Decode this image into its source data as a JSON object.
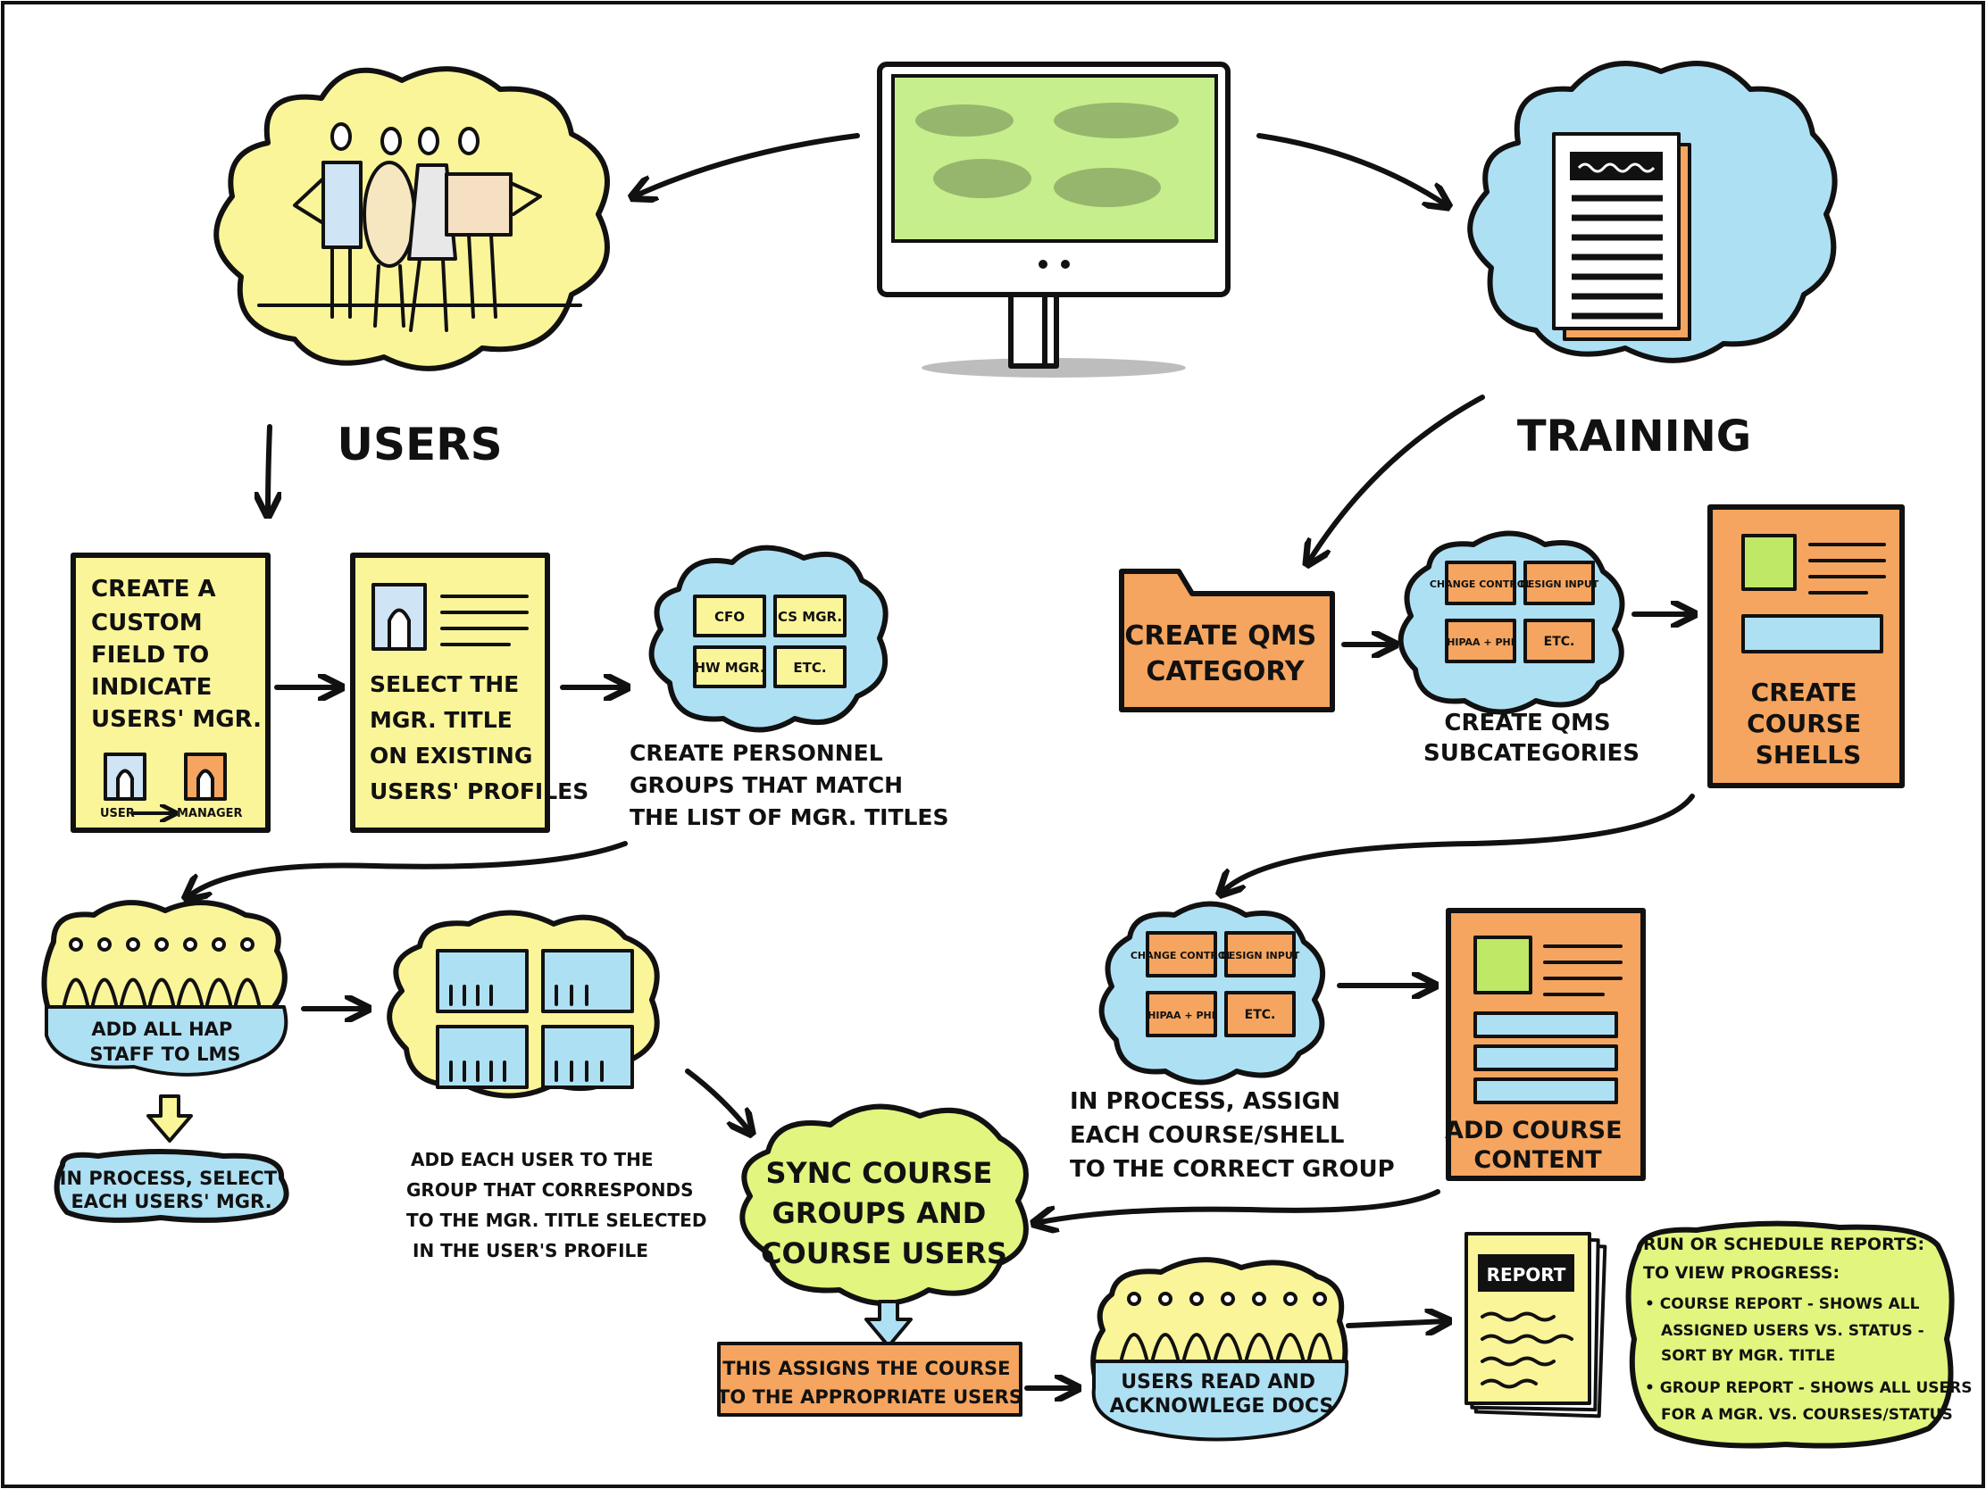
{
  "colors": {
    "yellow": "#fbf59a",
    "blue": "#aee0f4",
    "orange": "#f5a55f",
    "green": "#e2f57f",
    "lime": "#bfe866",
    "screen": "#c6ee8c",
    "ink": "#111111",
    "paper": "#ffffff",
    "gray": "#bdbdbd"
  },
  "monitor": {
    "screen_text": ""
  },
  "users": {
    "title": "USERS",
    "step1": {
      "lines": [
        "CREATE A",
        "CUSTOM",
        "FIELD TO",
        "INDICATE",
        "USERS' MGR."
      ],
      "user_label": "USER",
      "manager_label": "MANAGER"
    },
    "step2": {
      "lines": [
        "SELECT THE",
        "MGR. TITLE",
        "ON EXISTING",
        "USERS' PROFILES"
      ]
    },
    "step3": {
      "folders": [
        "CFO",
        "CS MGR.",
        "HW MGR.",
        "ETC."
      ],
      "caption": [
        "CREATE PERSONNEL",
        "GROUPS THAT MATCH",
        "THE LIST OF MGR. TITLES"
      ]
    },
    "step4": {
      "label": [
        "ADD ALL HAP",
        "STAFF TO LMS"
      ]
    },
    "step5": {
      "label": [
        "IN PROCESS, SELECT",
        "EACH USERS' MGR."
      ]
    },
    "step6": {
      "caption": [
        "ADD EACH USER TO THE",
        "GROUP THAT CORRESPONDS",
        "TO THE MGR. TITLE SELECTED",
        "IN THE USER'S PROFILE"
      ]
    }
  },
  "training": {
    "title": "TRAINING",
    "step1": {
      "lines": [
        "CREATE QMS",
        "CATEGORY"
      ]
    },
    "step2": {
      "folders": [
        "CHANGE CONTROL",
        "DESIGN INPUT",
        "HIPAA + PHI",
        "ETC."
      ],
      "caption": [
        "CREATE QMS",
        "SUBCATEGORIES"
      ]
    },
    "step3": {
      "lines": [
        "CREATE",
        "COURSE",
        "SHELLS"
      ]
    },
    "step4": {
      "folders": [
        "CHANGE CONTROL",
        "DESIGN INPUT",
        "HIPAA + PHI",
        "ETC."
      ],
      "caption": [
        "IN PROCESS, ASSIGN",
        "EACH COURSE/SHELL",
        "TO THE CORRECT GROUP"
      ]
    },
    "step5": {
      "lines": [
        "ADD COURSE",
        "CONTENT"
      ]
    }
  },
  "sync": {
    "lines": [
      "SYNC COURSE",
      "GROUPS AND",
      "COURSE USERS"
    ],
    "assign": [
      "THIS ASSIGNS THE COURSE",
      "TO THE APPROPRIATE USERS"
    ],
    "read": [
      "USERS READ AND",
      "ACKNOWLEGE DOCS"
    ]
  },
  "report": {
    "paper_label": "REPORT",
    "notes_title": [
      "RUN OR SCHEDULE REPORTS:",
      "TO VIEW PROGRESS:"
    ],
    "bullet1": [
      "• COURSE REPORT - SHOWS ALL",
      "ASSIGNED USERS VS. STATUS -",
      "SORT BY MGR. TITLE"
    ],
    "bullet2": [
      "• GROUP REPORT - SHOWS ALL USERS",
      "FOR A MGR. VS. COURSES/STATUS"
    ]
  }
}
